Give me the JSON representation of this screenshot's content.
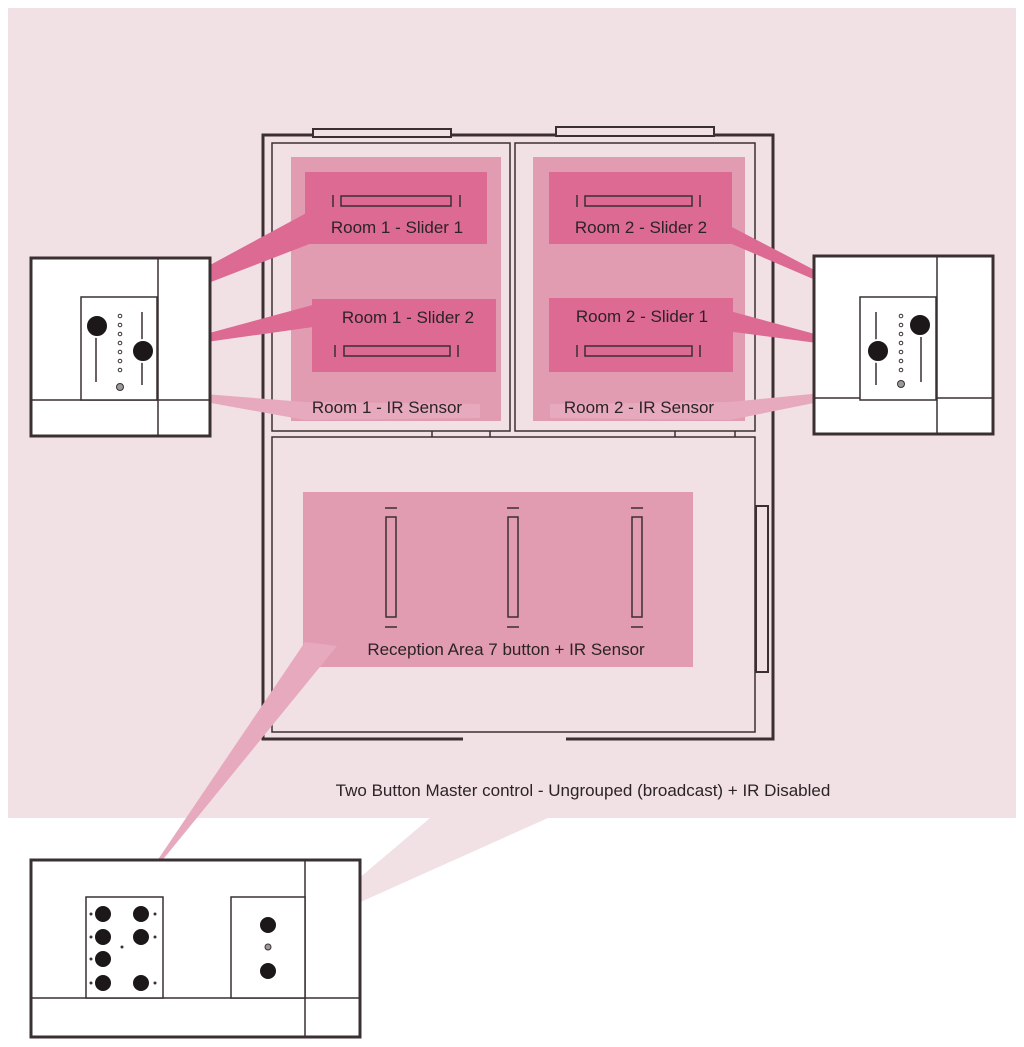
{
  "labels": {
    "room1_slider1": "Room 1 - Slider 1",
    "room1_slider2": "Room 1 - Slider 2",
    "room1_ir": "Room 1 - IR Sensor",
    "room2_slider2": "Room 2 - Slider 2",
    "room2_slider1": "Room 2 - Slider 1",
    "room2_ir": "Room 2 - IR Sensor",
    "reception": "Reception Area 7 button + IR Sensor",
    "master": "Two Button Master control - Ungrouped (broadcast) + IR Disabled"
  },
  "colors": {
    "background": "#f1e1e5",
    "zone_light": "#e29cb2",
    "zone_dark": "#dd6a92",
    "beam_dark": "#dc6a92",
    "beam_light": "#e7a9bd",
    "line": "#3a3031"
  }
}
